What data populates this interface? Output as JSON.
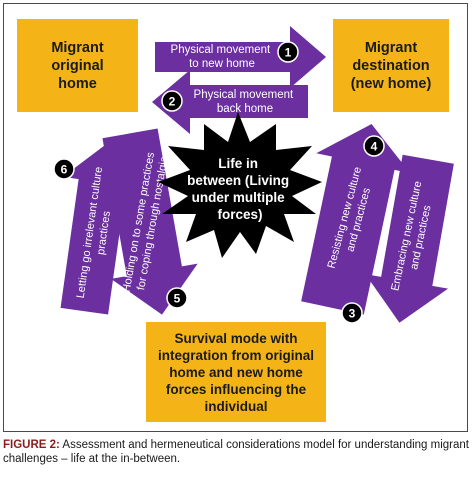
{
  "colors": {
    "arrow": "#6b2fa0",
    "box": "#f4b418",
    "star": "#000000",
    "badge": "#000000"
  },
  "boxes": {
    "origin": "Migrant\noriginal\nhome",
    "destination": "Migrant\ndestination\n(new home)",
    "survival": "Survival mode with\nintegration from original\nhome and new home\nforces influencing the\nindividual"
  },
  "center": {
    "lines": [
      "Life in",
      "between (Living",
      "under multiple",
      "forces)"
    ]
  },
  "arrows": {
    "a1": {
      "number": "1",
      "lines": [
        "Physical movement",
        "to new home"
      ]
    },
    "a2": {
      "number": "2",
      "lines": [
        "Physical movement",
        "back home"
      ]
    },
    "a3": {
      "number": "3",
      "lines": [
        "Embracing new culture",
        "and practices"
      ]
    },
    "a4": {
      "number": "4",
      "lines": [
        "Resisting new culture",
        "and practices"
      ]
    },
    "a5": {
      "number": "5",
      "lines": [
        "Holding on to some practices",
        "for coping through nostalgia"
      ]
    },
    "a6": {
      "number": "6",
      "lines": [
        "Letting go irrelevant culture",
        "practices"
      ]
    }
  },
  "caption": {
    "label": "FIGURE 2:",
    "text": " Assessment and hermeneutical considerations model for understanding migrant challenges – life at the in-between."
  }
}
